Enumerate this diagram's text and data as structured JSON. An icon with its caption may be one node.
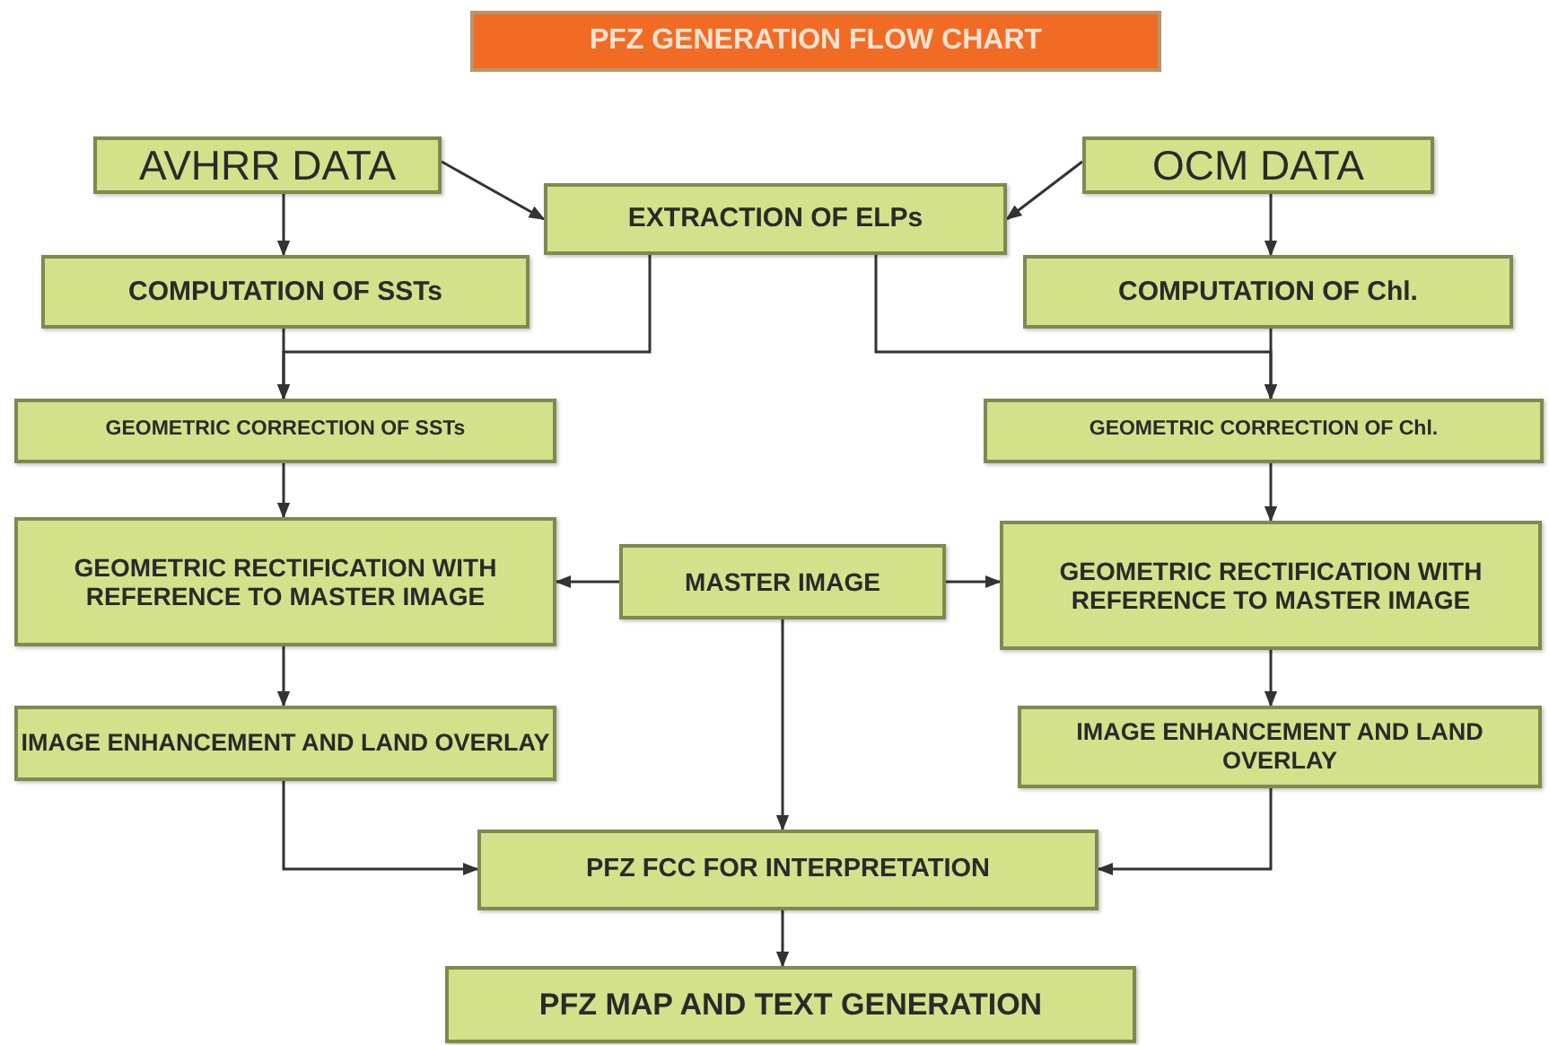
{
  "diagram": {
    "title": "PFZ GENERATION FLOW CHART",
    "nodes": [
      {
        "text": [
          "AVHRR DATA"
        ]
      },
      {
        "text": [
          "EXTRACTION OF ELPs"
        ]
      },
      {
        "text": [
          "OCM DATA"
        ]
      },
      {
        "text": [
          "COMPUTATION OF SSTs"
        ]
      },
      {
        "text": [
          "COMPUTATION OF  Chl."
        ]
      },
      {
        "text": [
          "GEOMETRIC CORRECTION OF SSTs"
        ]
      },
      {
        "text": [
          "GEOMETRIC CORRECTION OF Chl."
        ]
      },
      {
        "text": [
          "GEOMETRIC RECTIFICATION WITH REFERENCE TO MASTER IMAGE"
        ]
      },
      {
        "text": [
          "MASTER IMAGE"
        ]
      },
      {
        "text": [
          "GEOMETRIC RECTIFICATION WITH REFERENCE TO MASTER IMAGE"
        ]
      },
      {
        "text": [
          "IMAGE ENHANCEMENT AND LAND OVERLAY"
        ]
      },
      {
        "text": [
          "IMAGE ENHANCEMENT AND LAND OVERLAY"
        ]
      },
      {
        "text": [
          "PFZ FCC FOR INTERPRETATION"
        ]
      },
      {
        "text": [
          "PFZ MAP AND TEXT GENERATION"
        ]
      }
    ],
    "edges": [
      {
        "from": 0,
        "to": 3,
        "arrow": "to"
      },
      {
        "from": 0,
        "to": 1,
        "arrow": "to"
      },
      {
        "from": 2,
        "to": 1,
        "arrow": "to"
      },
      {
        "from": 2,
        "to": 4,
        "arrow": "to"
      },
      {
        "from": 3,
        "to": 5,
        "arrow": "to"
      },
      {
        "from": 1,
        "to": 5,
        "arrow": "to"
      },
      {
        "from": 1,
        "to": 6,
        "arrow": "to"
      },
      {
        "from": 4,
        "to": 6,
        "arrow": "to"
      },
      {
        "from": 5,
        "to": 7,
        "arrow": "to"
      },
      {
        "from": 6,
        "to": 9,
        "arrow": "to"
      },
      {
        "from": 8,
        "to": 7,
        "arrow": "to"
      },
      {
        "from": 8,
        "to": 9,
        "arrow": "to"
      },
      {
        "from": 7,
        "to": 10,
        "arrow": "to"
      },
      {
        "from": 9,
        "to": 11,
        "arrow": "to"
      },
      {
        "from": 10,
        "to": 12,
        "arrow": "to"
      },
      {
        "from": 8,
        "to": 12,
        "arrow": "to"
      },
      {
        "from": 11,
        "to": 12,
        "arrow": "to"
      },
      {
        "from": 12,
        "to": 13,
        "arrow": "to"
      }
    ]
  }
}
